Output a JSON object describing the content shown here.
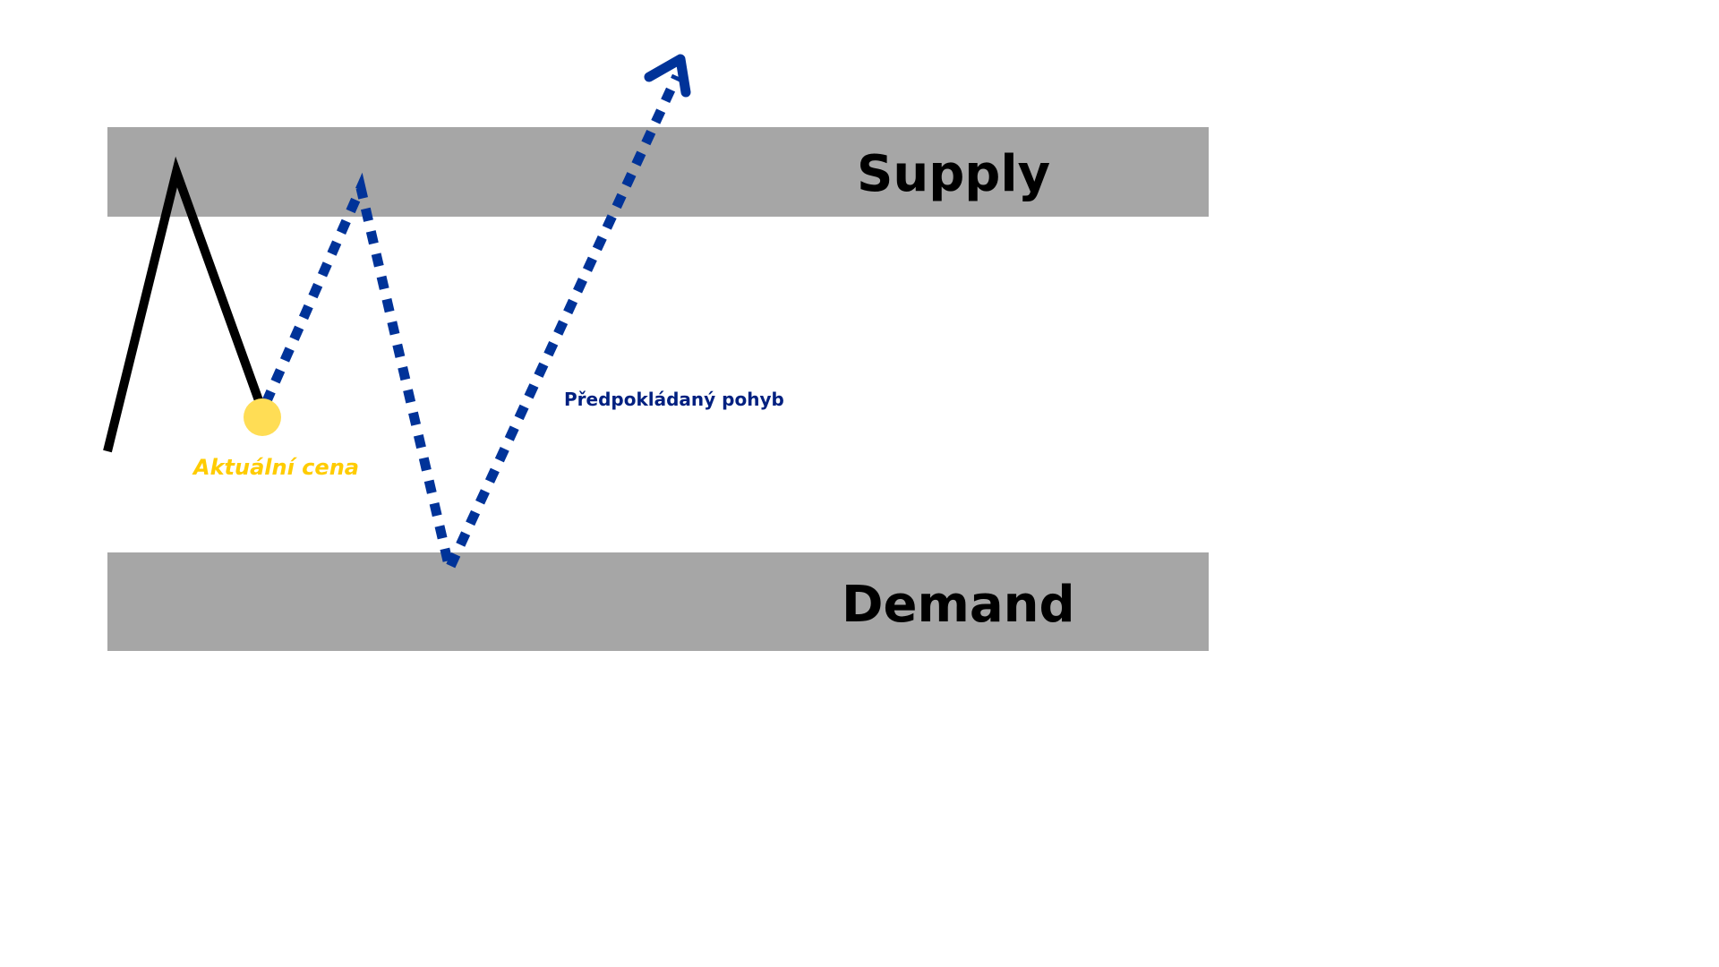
{
  "zones": {
    "supply_label": "Supply",
    "demand_label": "Demand"
  },
  "annotations": {
    "current_price_label": "Aktuální cena",
    "expected_move_label": "Předpokládaný pohyb"
  },
  "colors": {
    "zone": "#A6A6A6",
    "price_line": "#000000",
    "current_price_dot": "#FFDD55",
    "current_price_text": "#FFCC00",
    "expected_move": "#003399"
  }
}
